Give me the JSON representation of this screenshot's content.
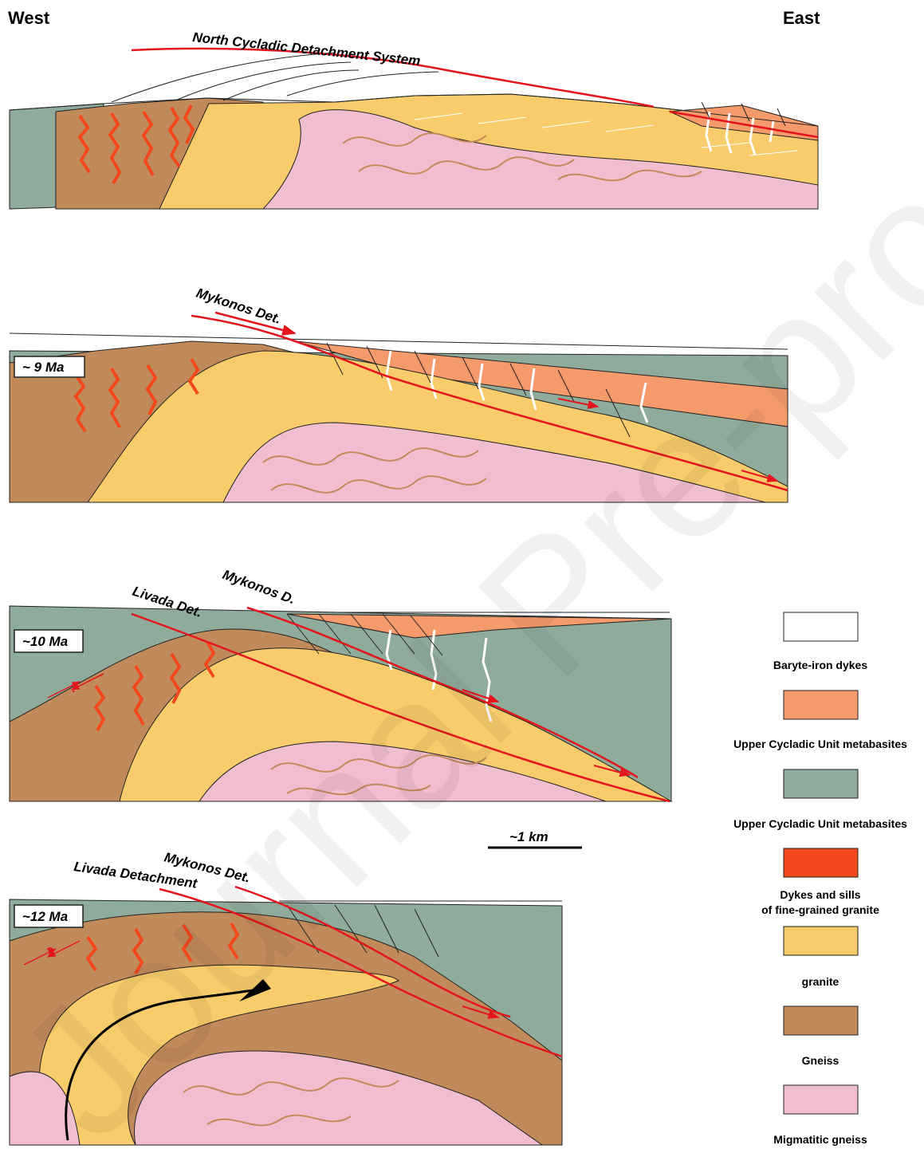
{
  "header": {
    "west": "West",
    "east": "East"
  },
  "sections": [
    {
      "labels": [
        "North Cycladic Detachment System"
      ]
    },
    {
      "age": "~ 9 Ma",
      "labels": [
        "Mykonos Det."
      ]
    },
    {
      "age": "~10 Ma",
      "labels": [
        "Livada Det.",
        "Mykonos D."
      ],
      "question": "?"
    },
    {
      "age": "~12 Ma",
      "labels": [
        "Mykonos Det.",
        "Livada Detachment"
      ],
      "question": "?"
    }
  ],
  "scale_bar": {
    "label": "~1 km"
  },
  "legend": {
    "items": [
      {
        "label": "Baryte-iron dykes",
        "color": "#ffffff"
      },
      {
        "label": "Upper Cycladic Unit metabasites",
        "color": "#f59a6a"
      },
      {
        "label": "Upper Cycladic Unit metabasites",
        "color": "#8fab9b"
      },
      {
        "label": "Dykes and sills",
        "label2": "of fine-grained granite",
        "color": "#f2481b"
      },
      {
        "label": "granite",
        "color": "#f8cc6a"
      },
      {
        "label": "Gneiss",
        "color": "#c18a5a"
      },
      {
        "label": "Migmatitic gneiss",
        "color": "#f1bed0"
      }
    ]
  },
  "watermark": "Journal Pre-proof",
  "colors": {
    "metabasite_green": "#8fab9b",
    "metabasite_orange": "#f59a6a",
    "granite": "#f8cc6a",
    "gneiss": "#c18a5a",
    "migmatite": "#f1bed0",
    "dykes": "#f2481b",
    "fault": "#e4151d"
  }
}
